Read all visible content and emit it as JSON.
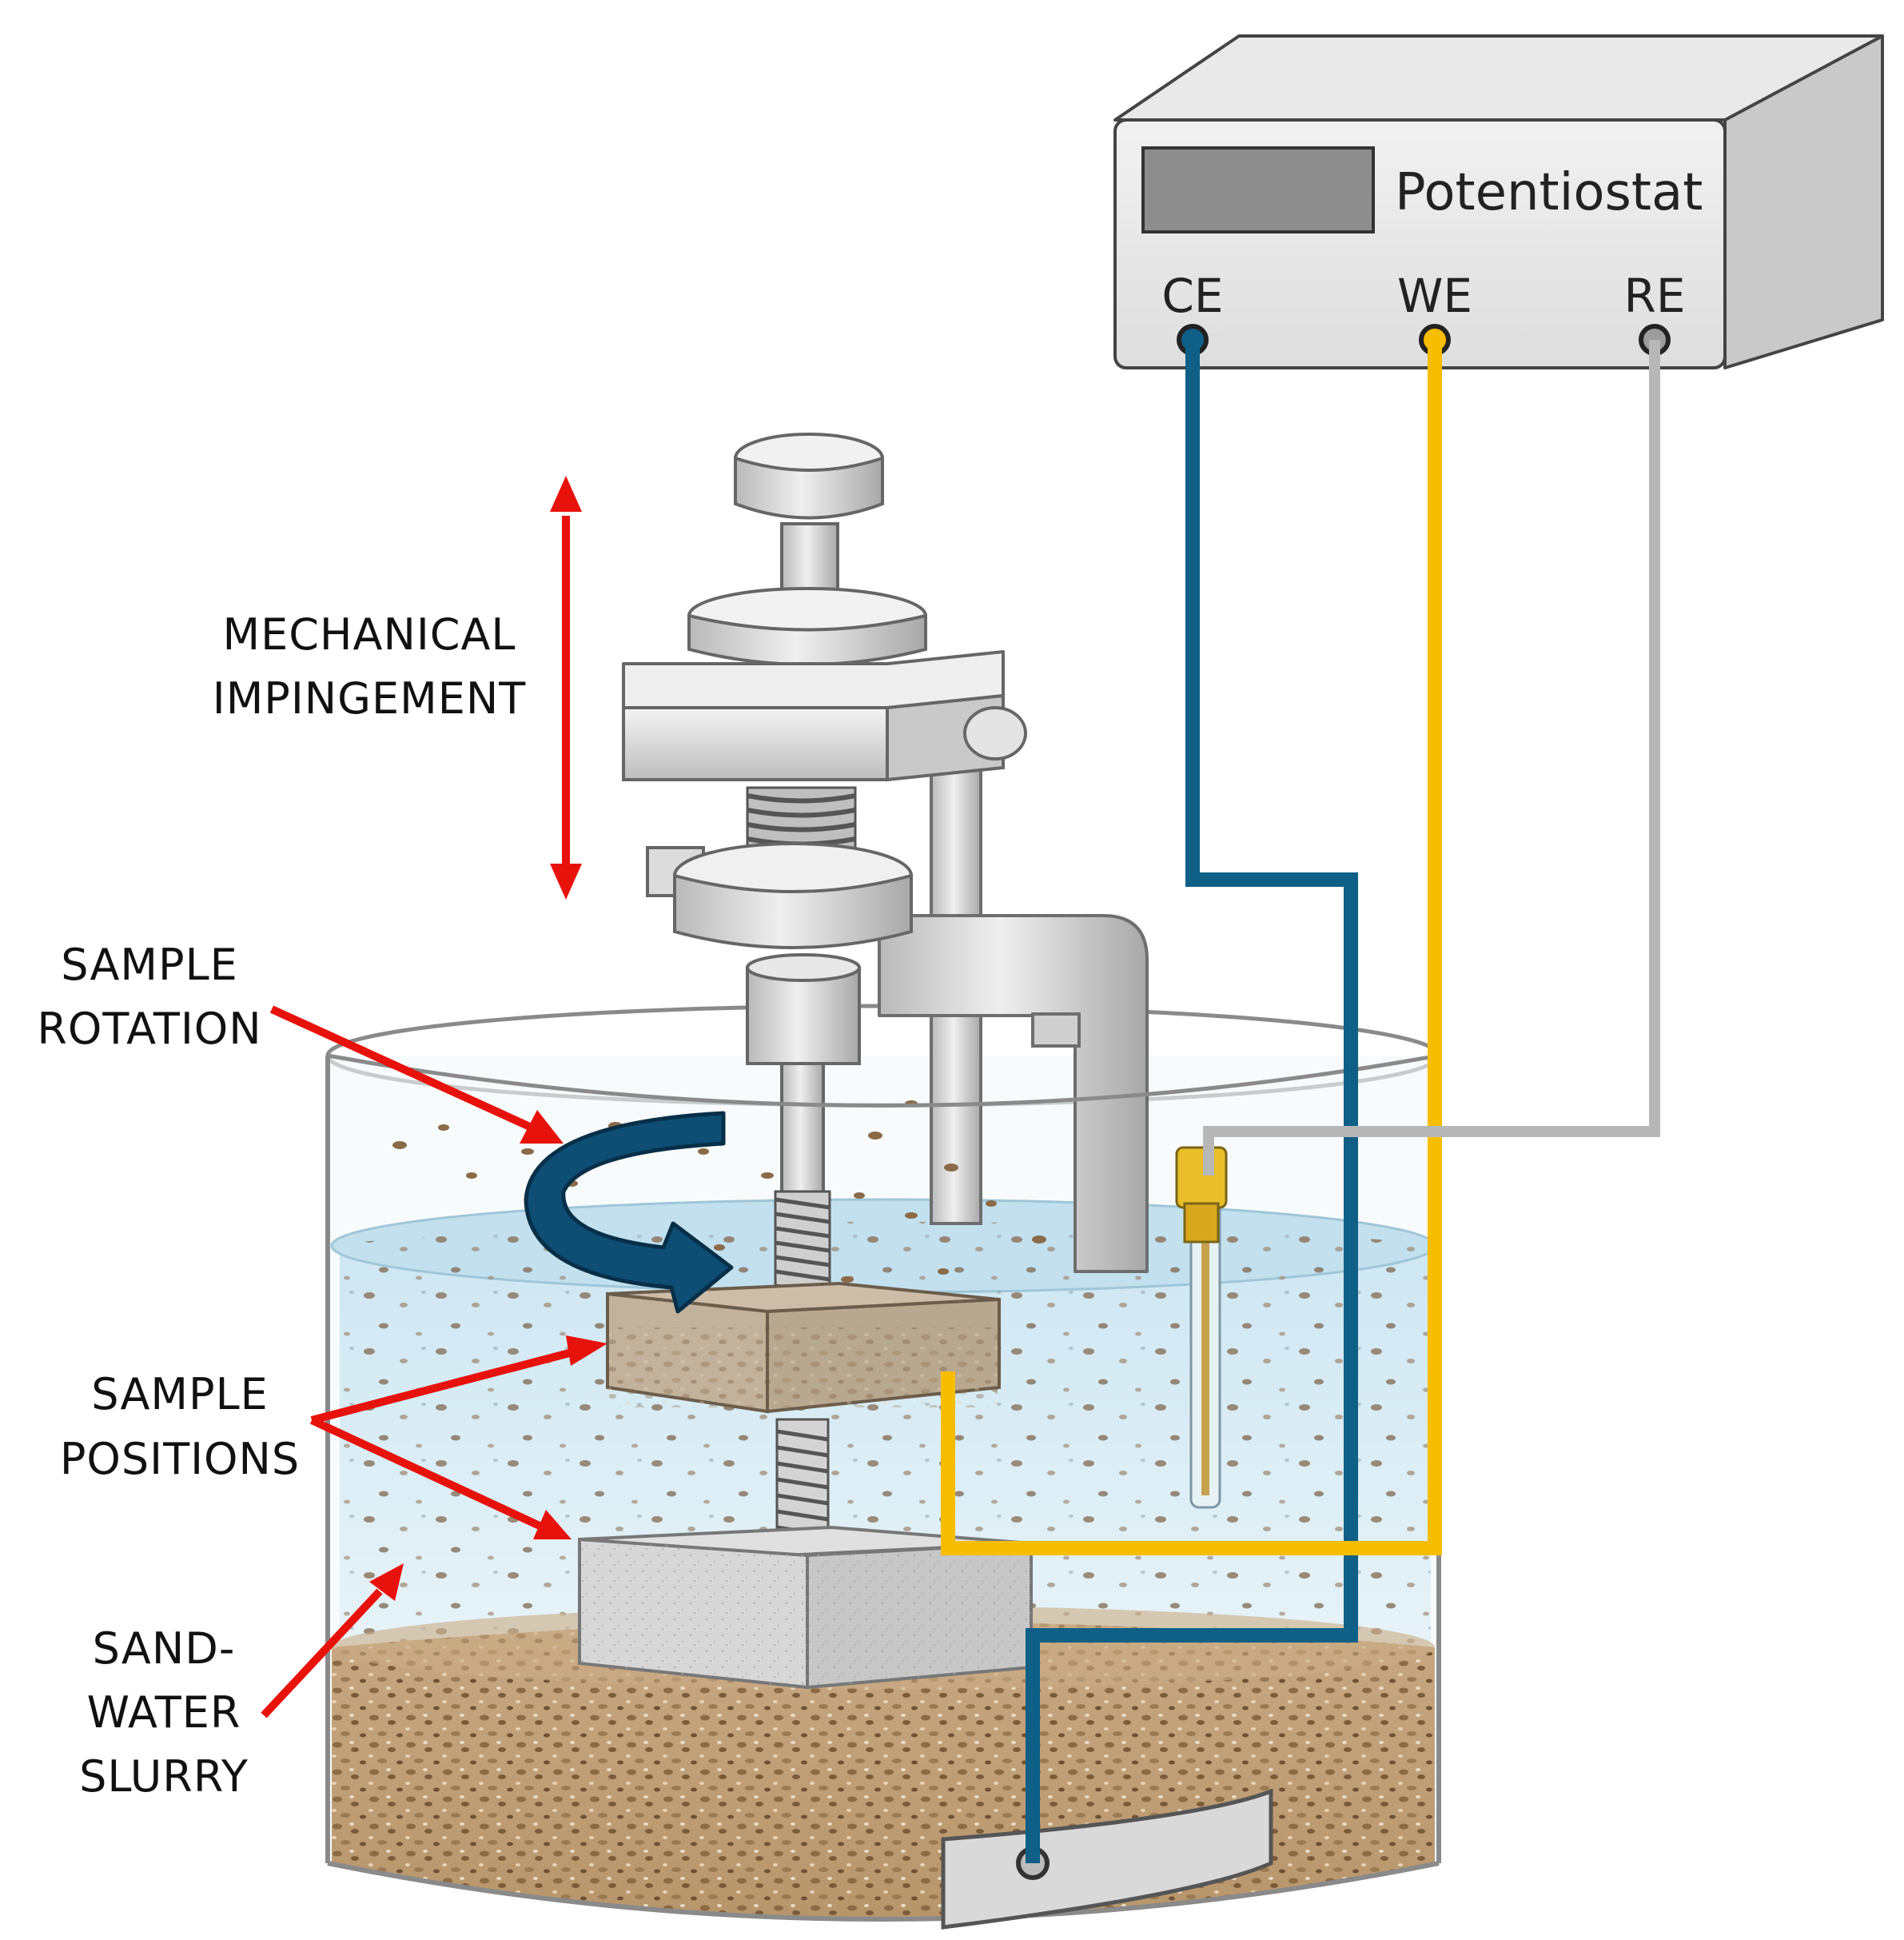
{
  "potentiostat": {
    "title": "Potentiostat",
    "terminals": [
      {
        "label": "CE",
        "wire_color": "#0f5f86"
      },
      {
        "label": "WE",
        "wire_color": "#f7bd00"
      },
      {
        "label": "RE",
        "wire_color": "#b7b7b7"
      }
    ]
  },
  "labels": {
    "mechanical_impingement": [
      "MECHANICAL",
      "IMPINGEMENT"
    ],
    "sample_rotation": [
      "SAMPLE",
      "ROTATION"
    ],
    "sample_positions": [
      "SAMPLE",
      "POSITIONS"
    ],
    "sand_water_slurry": [
      "SAND-",
      "WATER",
      "SLURRY"
    ]
  },
  "colors": {
    "annotation_arrow": "#e8120c",
    "rotation_arrow": "#0e4d74",
    "water": "#cfe6f1",
    "sand": "#c2a27a",
    "steel": "#d6d6d6"
  }
}
